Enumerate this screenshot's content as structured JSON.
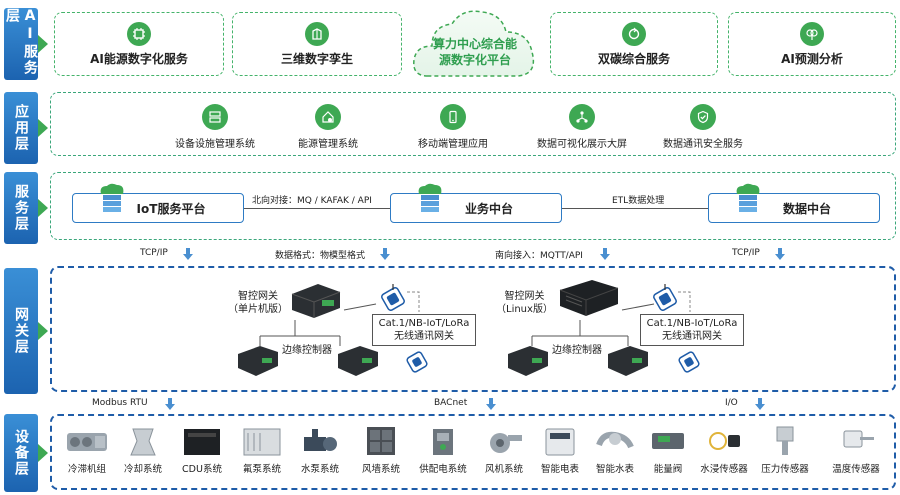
{
  "layers": [
    {
      "id": "ai",
      "label": "AI服务层"
    },
    {
      "id": "app",
      "label": "应用层"
    },
    {
      "id": "svc",
      "label": "服务层"
    },
    {
      "id": "gw",
      "label": "网关层"
    },
    {
      "id": "dev",
      "label": "设备层"
    }
  ],
  "ai_services": [
    {
      "label": "AI能源数字化服务",
      "icon": "ai-chip-icon"
    },
    {
      "label": "三维数字孪生",
      "icon": "building-3d-icon"
    },
    {
      "label": "双碳综合服务",
      "icon": "carbon-cycle-icon"
    },
    {
      "label": "AI预测分析",
      "icon": "brain-icon"
    }
  ],
  "cloud_center": {
    "line1": "算力中心综合能",
    "line2": "源数字化平台"
  },
  "applications": [
    {
      "label": "设备设施管理系统",
      "icon": "server-rack-icon"
    },
    {
      "label": "能源管理系统",
      "icon": "house-money-icon"
    },
    {
      "label": "移动端管理应用",
      "icon": "mobile-icon"
    },
    {
      "label": "数据可视化展示大屏",
      "icon": "network-screen-icon"
    },
    {
      "label": "数据通讯安全服务",
      "icon": "shield-check-icon"
    }
  ],
  "platforms": [
    {
      "label": "IoT服务平台"
    },
    {
      "label": "业务中台"
    },
    {
      "label": "数据中台"
    }
  ],
  "platform_links": [
    {
      "label": "北向对接：MQ / KAFAK / API"
    },
    {
      "label": "ETL数据处理"
    }
  ],
  "svc_to_gw_labels": [
    "TCP/IP",
    "数据格式：物模型格式",
    "南向接入：MQTT/API",
    "TCP/IP"
  ],
  "gateway_left": {
    "title_line1": "智控网关",
    "title_line2": "（单片机版）",
    "wireless_line1": "Cat.1/NB-IoT/LoRa",
    "wireless_line2": "无线通讯网关",
    "edge_label": "边缘控制器"
  },
  "gateway_right": {
    "title_line1": "智控网关",
    "title_line2": "（Linux版）",
    "wireless_line1": "Cat.1/NB-IoT/LoRa",
    "wireless_line2": "无线通讯网关",
    "edge_label": "边缘控制器"
  },
  "gw_to_dev_labels": [
    "Modbus RTU",
    "BACnet",
    "I/O"
  ],
  "devices": [
    {
      "label": "冷滞机组"
    },
    {
      "label": "冷却系统"
    },
    {
      "label": "CDU系统"
    },
    {
      "label": "氟泵系统"
    },
    {
      "label": "水泵系统"
    },
    {
      "label": "风墙系统"
    },
    {
      "label": "供配电系统"
    },
    {
      "label": "风机系统"
    },
    {
      "label": "智能电表"
    },
    {
      "label": "智能水表"
    },
    {
      "label": "能量阀"
    },
    {
      "label": "水浸传感器"
    },
    {
      "label": "压力传感器"
    },
    {
      "label": "温度传感器"
    }
  ],
  "colors": {
    "green": "#3ea853",
    "blue": "#1f5ca8",
    "tab_blue": "#2673c0",
    "teal_dash": "#3aa67a"
  }
}
